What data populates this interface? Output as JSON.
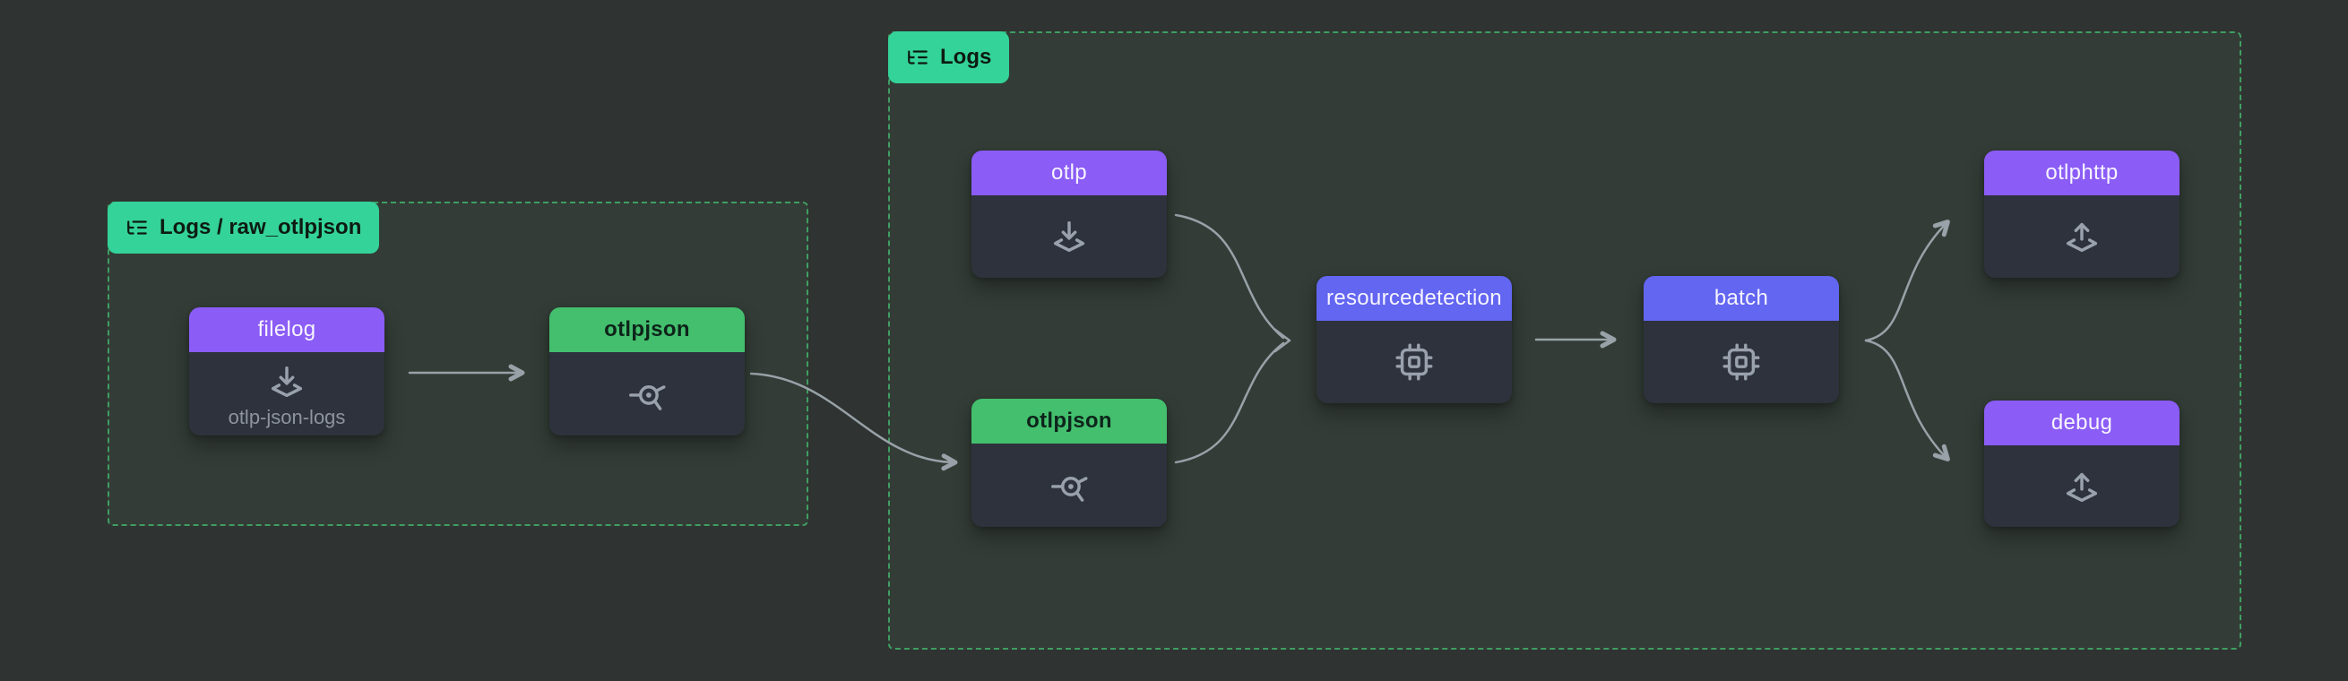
{
  "colors": {
    "canvas_bg": "#2f3331",
    "group_bg": "#333c36",
    "group_border": "#3f9e63",
    "badge_bg": "#34d399",
    "badge_text": "#0d1b12",
    "receiver_exporter_header": "#8b5cf6",
    "processor_header": "#6366f1",
    "connector_header": "#43bf6d",
    "node_body": "#2e323c",
    "icon": "#99a1ad",
    "edge": "#98a2a8"
  },
  "groups": [
    {
      "label": "Logs / raw_otlpjson",
      "icon": "list-tree-icon"
    },
    {
      "label": "Logs",
      "icon": "list-tree-icon"
    }
  ],
  "nodes": [
    {
      "title": "filelog",
      "subtitle": "otlp-json-logs",
      "kind": "receiver",
      "icon": "receiver-icon",
      "header_color": "#8b5cf6",
      "pipeline": "Logs / raw_otlpjson"
    },
    {
      "title": "otlpjson",
      "kind": "connector",
      "icon": "connector-icon",
      "header_color": "#43bf6d",
      "pipeline": "Logs / raw_otlpjson"
    },
    {
      "title": "otlp",
      "kind": "receiver",
      "icon": "receiver-icon",
      "header_color": "#8b5cf6",
      "pipeline": "Logs"
    },
    {
      "title": "otlpjson",
      "kind": "connector",
      "icon": "connector-icon",
      "header_color": "#43bf6d",
      "pipeline": "Logs"
    },
    {
      "title": "resourcedetection",
      "kind": "processor",
      "icon": "processor-icon",
      "header_color": "#6366f1",
      "pipeline": "Logs"
    },
    {
      "title": "batch",
      "kind": "processor",
      "icon": "processor-icon",
      "header_color": "#6366f1",
      "pipeline": "Logs"
    },
    {
      "title": "otlphttp",
      "kind": "exporter",
      "icon": "exporter-icon",
      "header_color": "#8b5cf6",
      "pipeline": "Logs"
    },
    {
      "title": "debug",
      "kind": "exporter",
      "icon": "exporter-icon",
      "header_color": "#8b5cf6",
      "pipeline": "Logs"
    }
  ],
  "edges": [
    {
      "from": "filelog",
      "to": "otlpjson (raw_otlpjson)"
    },
    {
      "from": "otlpjson (raw_otlpjson)",
      "to": "otlpjson (Logs)"
    },
    {
      "from": "otlp",
      "to": "resourcedetection"
    },
    {
      "from": "otlpjson (Logs)",
      "to": "resourcedetection"
    },
    {
      "from": "resourcedetection",
      "to": "batch"
    },
    {
      "from": "batch",
      "to": "otlphttp"
    },
    {
      "from": "batch",
      "to": "debug"
    }
  ]
}
